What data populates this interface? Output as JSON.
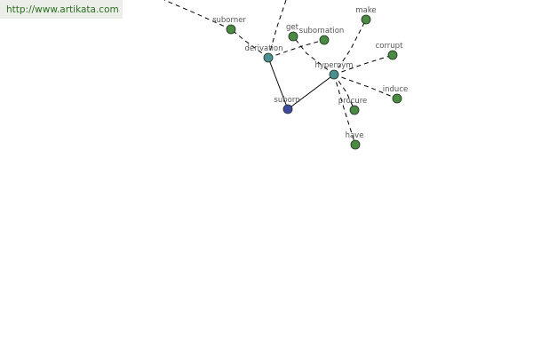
{
  "link": {
    "url_text": "http://www.artikata.com",
    "color": "#2a6e1f"
  },
  "graph": {
    "colors": {
      "word": "#4a8a42",
      "relation": "#4a8f91",
      "center": "#3d4aa0",
      "label": "#555555",
      "edge": "#000000"
    },
    "nodes": [
      {
        "id": "suborn",
        "label": "suborn",
        "kind": "center"
      },
      {
        "id": "derivation",
        "label": "derivation",
        "kind": "relation"
      },
      {
        "id": "hypernym",
        "label": "hypernym",
        "kind": "relation"
      },
      {
        "id": "suborner",
        "label": "suborner",
        "kind": "word"
      },
      {
        "id": "get",
        "label": "get",
        "kind": "word"
      },
      {
        "id": "subornation",
        "label": "subornation",
        "kind": "word"
      },
      {
        "id": "make",
        "label": "make",
        "kind": "word"
      },
      {
        "id": "corrupt",
        "label": "corrupt",
        "kind": "word"
      },
      {
        "id": "induce",
        "label": "induce",
        "kind": "word"
      },
      {
        "id": "procure",
        "label": "procure",
        "kind": "word"
      },
      {
        "id": "have",
        "label": "have",
        "kind": "word"
      }
    ],
    "edges": [
      {
        "from": "suborn",
        "to": "derivation",
        "style": "solid"
      },
      {
        "from": "suborn",
        "to": "hypernym",
        "style": "solid"
      },
      {
        "from": "derivation",
        "to": "suborner",
        "style": "dashed"
      },
      {
        "from": "derivation",
        "to": "subornation",
        "style": "dashed"
      },
      {
        "from": "hypernym",
        "to": "get",
        "style": "dashed"
      },
      {
        "from": "hypernym",
        "to": "make",
        "style": "dashed"
      },
      {
        "from": "hypernym",
        "to": "corrupt",
        "style": "dashed"
      },
      {
        "from": "hypernym",
        "to": "induce",
        "style": "dashed"
      },
      {
        "from": "hypernym",
        "to": "procure",
        "style": "dashed"
      },
      {
        "from": "hypernym",
        "to": "have",
        "style": "dashed"
      }
    ],
    "offscreen_edges": [
      {
        "from": "suborner",
        "direction": "upper-left",
        "style": "dashed"
      },
      {
        "from": "derivation",
        "direction": "up",
        "style": "dashed"
      }
    ]
  }
}
